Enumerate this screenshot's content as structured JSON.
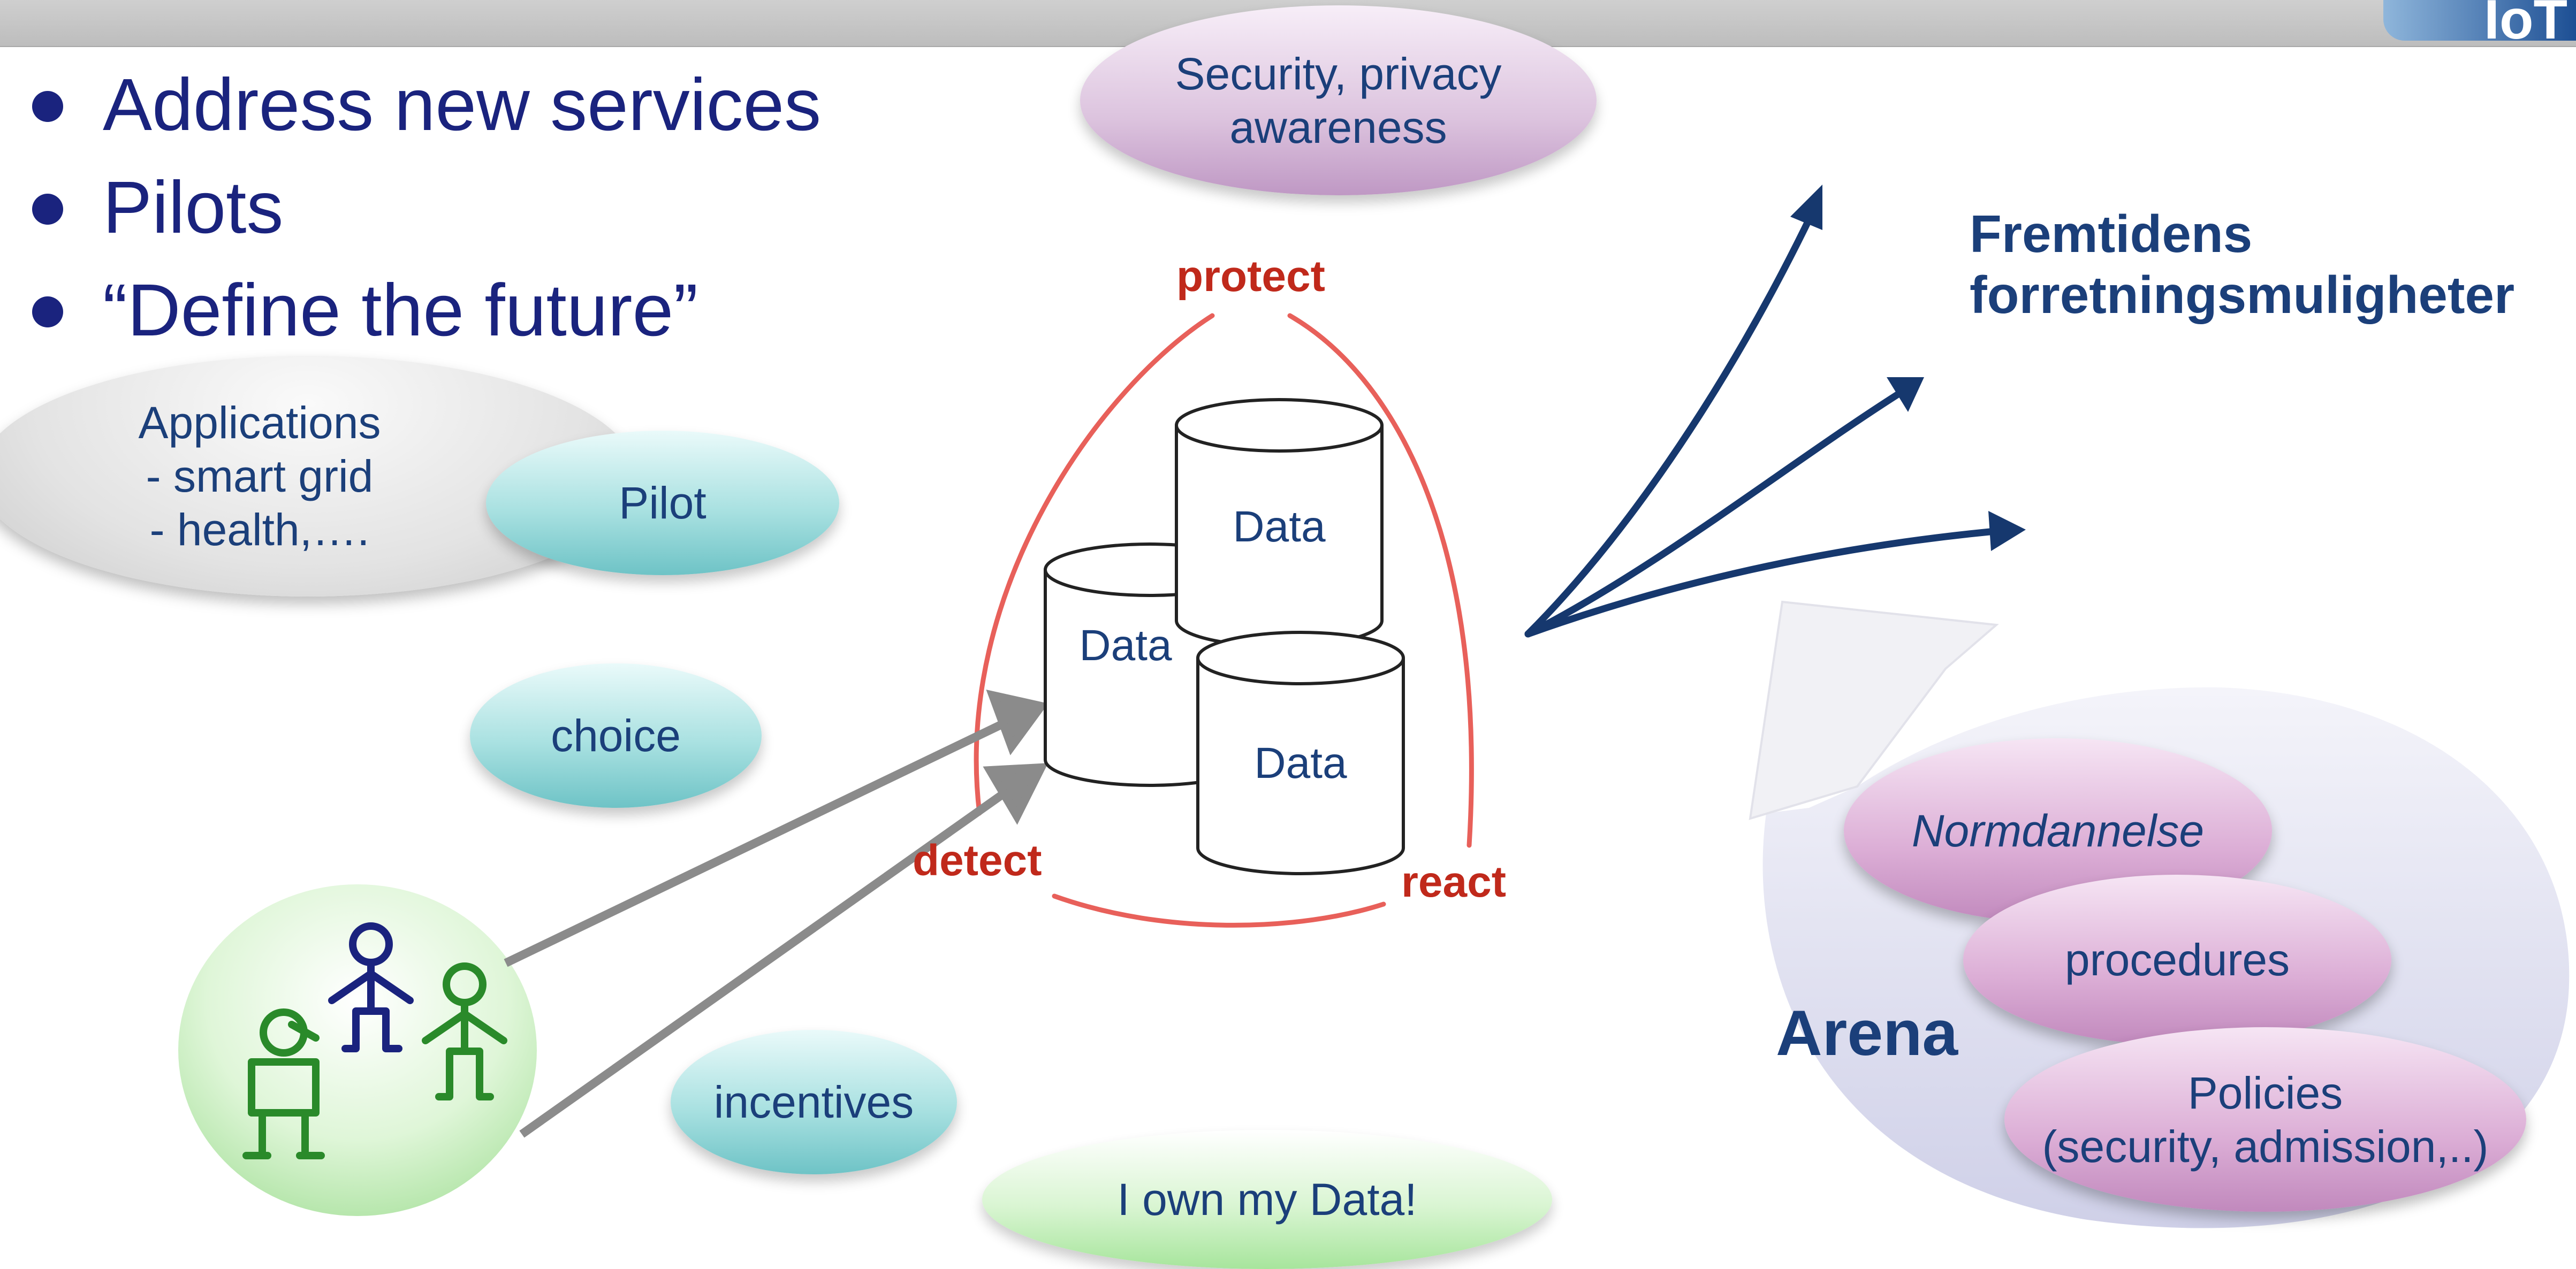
{
  "header": {
    "logo_text": "IoT"
  },
  "bullets": [
    "Address new services",
    "Pilots",
    "“Define the future”"
  ],
  "bubbles": {
    "security": "Security, privacy\nawareness",
    "applications": "Applications\n- smart grid\n- health,….",
    "pilot": "Pilot",
    "choice": "choice",
    "incentives": "incentives",
    "own_data": "I own my Data!"
  },
  "cycle": {
    "protect": "protect",
    "detect": "detect",
    "react": "react"
  },
  "data_stores": [
    "Data",
    "Data",
    "Data"
  ],
  "future": "Fremtidens\nforretningsmuligheter",
  "arena": {
    "label": "Arena",
    "items": [
      "Normdannelse",
      "procedures",
      "Policies\n(security, admission,..)"
    ]
  },
  "colors": {
    "text_blue": "#1b3f7a",
    "red": "#c0291b",
    "arrow_navy": "#16386e"
  }
}
